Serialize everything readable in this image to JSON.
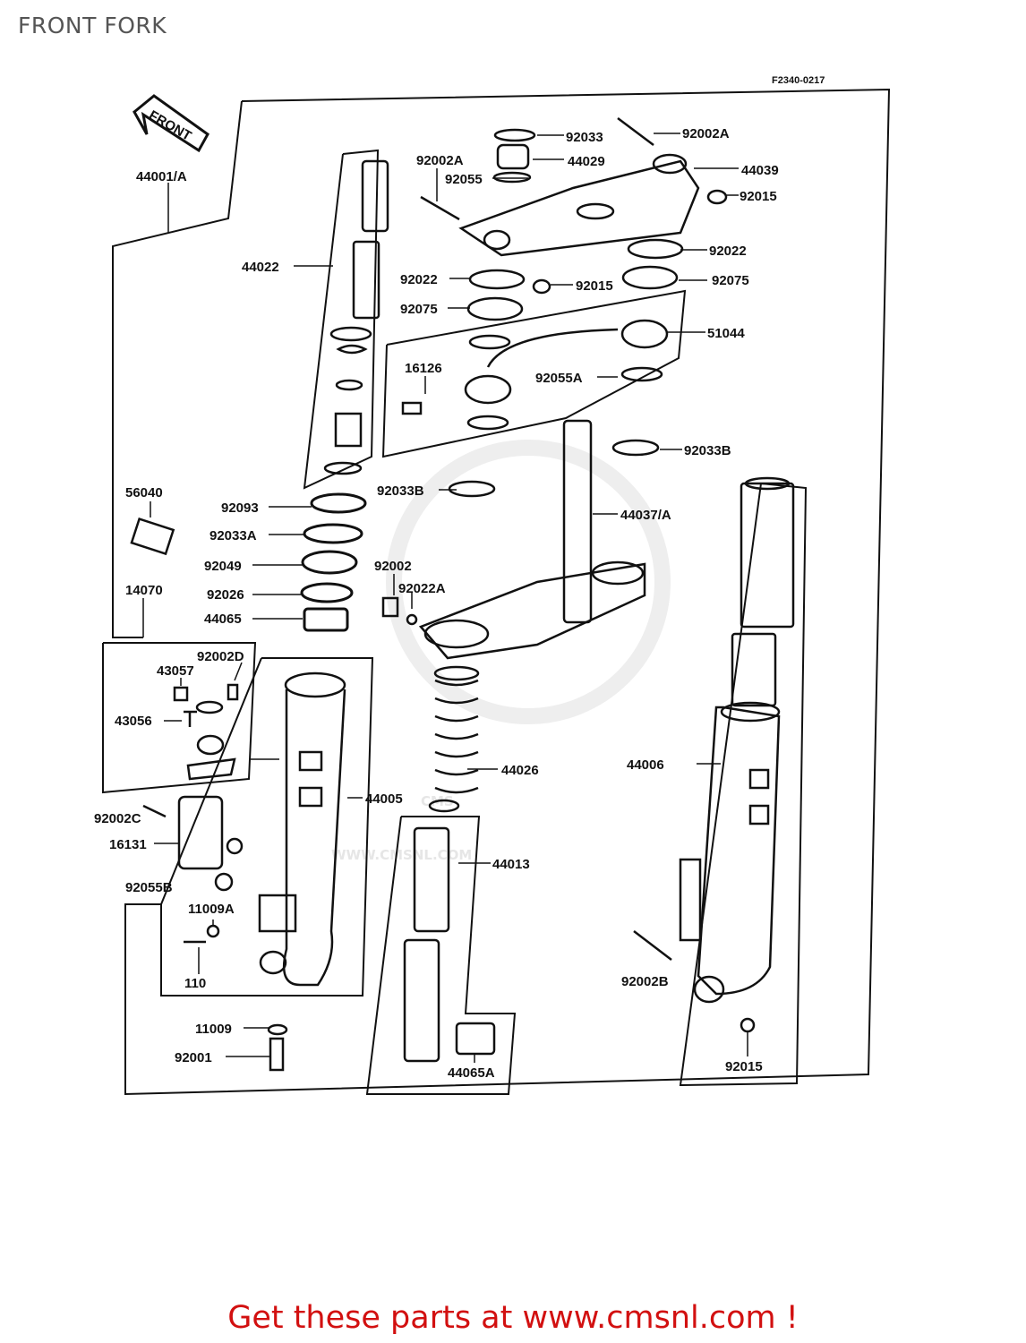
{
  "title": "FRONT FORK",
  "diagram_code": "F2340-0217",
  "front_arrow_label": "FRONT",
  "watermark": {
    "brand": "CMS",
    "url": "WWW.CMSNL.COM"
  },
  "promo": "Get these parts at www.cmsnl.com !",
  "parts": [
    "44001/A",
    "92033",
    "92002A",
    "92002A",
    "44029",
    "92055",
    "44039",
    "92015",
    "44022",
    "92022",
    "92022",
    "92015",
    "92075",
    "92075",
    "51044",
    "16126",
    "92055A",
    "92033B",
    "92033B",
    "56040",
    "92093",
    "44037/A",
    "92033A",
    "92049",
    "92002",
    "92022A",
    "92026",
    "44065",
    "14070",
    "92002D",
    "43057",
    "43056",
    "44005",
    "44026",
    "44006",
    "92002C",
    "16131",
    "44013",
    "92055B",
    "11009A",
    "110",
    "92002B",
    "11009",
    "92001",
    "44065A",
    "92015"
  ]
}
